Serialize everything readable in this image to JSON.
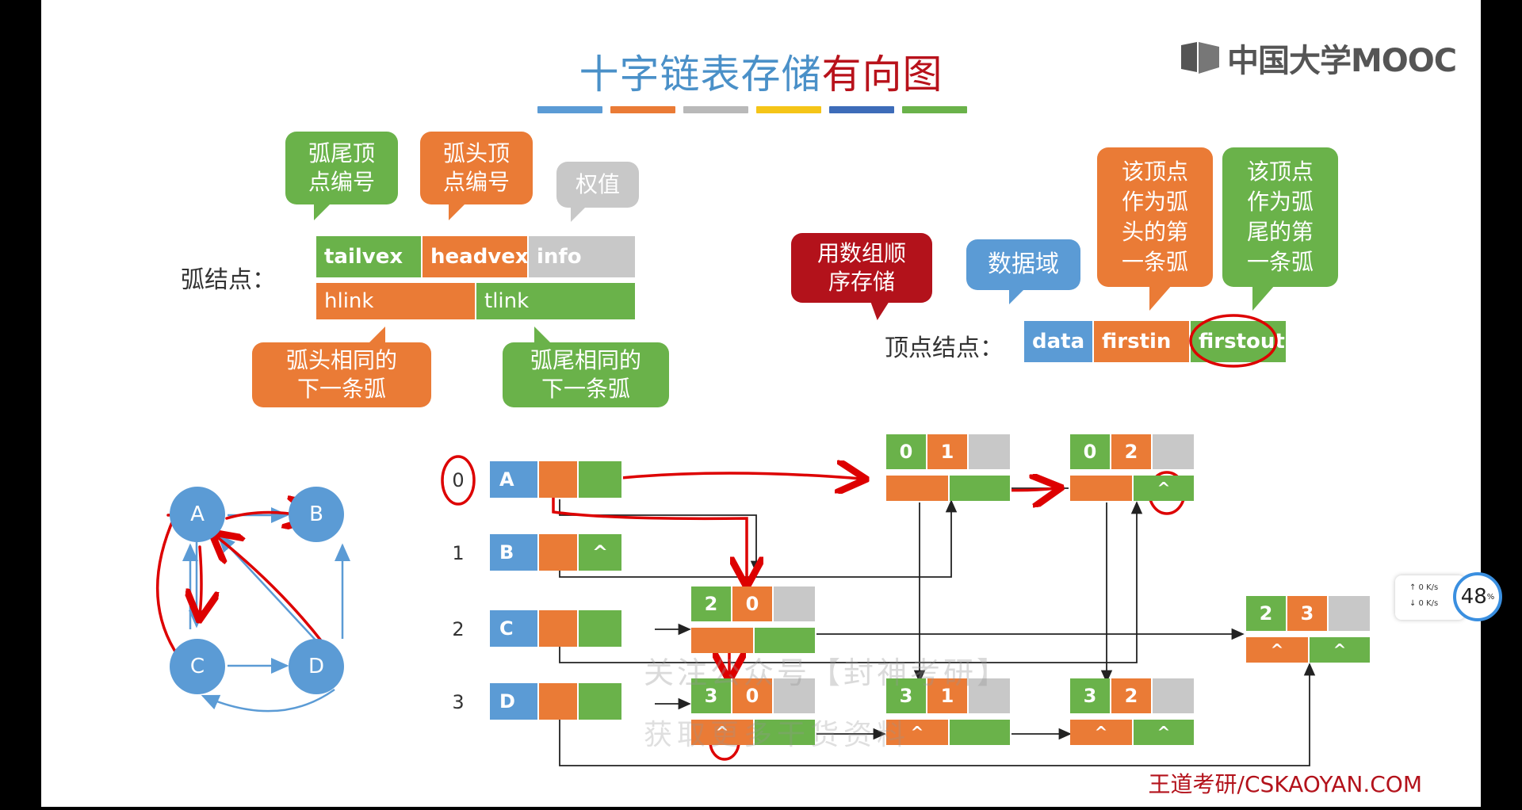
{
  "title": {
    "part1": "十字链表存储",
    "part2": "有向图"
  },
  "logo": {
    "text": "中国大学MOOC"
  },
  "bar_colors": [
    "#5b9bd5",
    "#ea7b36",
    "#b9b9b9",
    "#f5c518",
    "#3d6cb9",
    "#6ab24a"
  ],
  "arc_node": {
    "label": "弧结点：",
    "fields_row1": [
      "tailvex",
      "headvex",
      "info"
    ],
    "fields_row2": [
      "hlink",
      "tlink"
    ],
    "callouts": {
      "tail_no": "弧尾顶\n点编号",
      "head_no": "弧头顶\n点编号",
      "weight": "权值",
      "same_head": "弧头相同的\n下一条弧",
      "same_tail": "弧尾相同的\n下一条弧"
    }
  },
  "vertex_node": {
    "label": "顶点结点：",
    "fields": [
      "data",
      "firstin",
      "firstout"
    ],
    "callouts": {
      "array": "用数组顺\n序存储",
      "data_field": "数据域",
      "firstin": "该顶点\n作为弧\n头的第\n一条弧",
      "firstout": "该顶点\n作为弧\n尾的第\n一条弧"
    }
  },
  "graph": {
    "nodes": [
      "A",
      "B",
      "C",
      "D"
    ]
  },
  "vertex_table": [
    {
      "index": "0",
      "data": "A",
      "firstout": ""
    },
    {
      "index": "1",
      "data": "B",
      "firstout": "^"
    },
    {
      "index": "2",
      "data": "C",
      "firstout": ""
    },
    {
      "index": "3",
      "data": "D",
      "firstout": ""
    }
  ],
  "arcs": [
    {
      "id": "a01",
      "tail": "0",
      "head": "1",
      "hlink": "",
      "tlink": ""
    },
    {
      "id": "a02",
      "tail": "0",
      "head": "2",
      "hlink": "",
      "tlink": "^"
    },
    {
      "id": "a20",
      "tail": "2",
      "head": "0",
      "hlink": "",
      "tlink": ""
    },
    {
      "id": "a23",
      "tail": "2",
      "head": "3",
      "hlink": "^",
      "tlink": "^"
    },
    {
      "id": "a30",
      "tail": "3",
      "head": "0",
      "hlink": "^",
      "tlink": ""
    },
    {
      "id": "a31",
      "tail": "3",
      "head": "1",
      "hlink": "^",
      "tlink": ""
    },
    {
      "id": "a32",
      "tail": "3",
      "head": "2",
      "hlink": "^",
      "tlink": "^"
    }
  ],
  "watermark": {
    "line1": "关注公众号【封神考研】",
    "line2": "获取更多干货资料"
  },
  "footer": "王道考研/CSKAOYAN.COM",
  "overlay": {
    "up": "↑ 0  K/s",
    "down": "↓ 0  K/s",
    "percent": "48",
    "percent_sign": "%"
  }
}
